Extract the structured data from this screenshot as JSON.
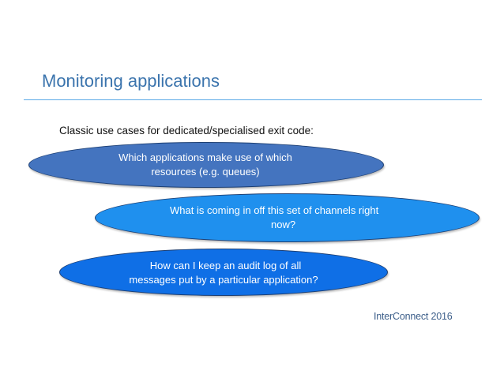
{
  "slide": {
    "title": "Monitoring applications",
    "intro": "Classic use cases for dedicated/specialised exit code:",
    "bubbles": [
      {
        "line1": "Which applications make use of which",
        "line2": "resources (e.g. queues)"
      },
      {
        "line1": "What is coming in off this set of channels right",
        "line2": "now?"
      },
      {
        "line1": "How can I keep an audit log of all",
        "line2": "messages put by a particular application?"
      }
    ],
    "footer": "InterConnect 2016"
  },
  "colors": {
    "title": "#3b74ad",
    "rule": "#5aa9e6",
    "bubble1": "#4474bf",
    "bubble2": "#1f90ee",
    "bubble3": "#0f6fe6"
  }
}
